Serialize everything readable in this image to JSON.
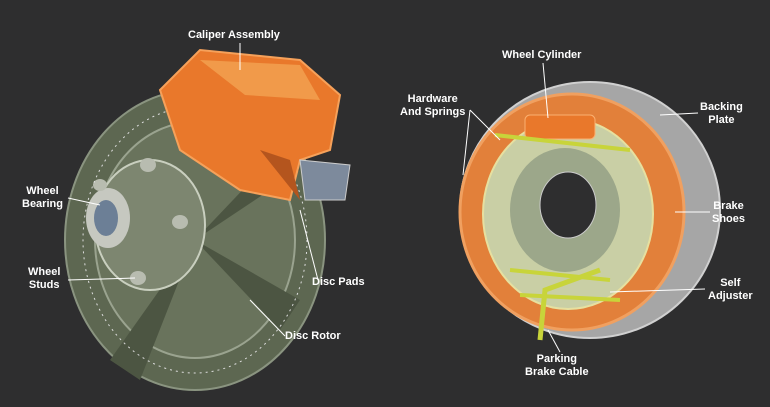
{
  "disc_brake": {
    "labels": {
      "caliper": "Caliper Assembly",
      "bearing": "Wheel\nBearing",
      "studs": "Wheel\nStuds",
      "pads": "Disc Pads",
      "rotor": "Disc Rotor"
    }
  },
  "drum_brake": {
    "labels": {
      "cylinder": "Wheel Cylinder",
      "hardware": "Hardware\nAnd Springs",
      "backing": "Backing\nPlate",
      "shoes": "Brake\nShoes",
      "adjuster": "Self\nAdjuster",
      "cable": "Parking\nBrake Cable"
    }
  },
  "colors": {
    "background": "#2e2e2f",
    "rotor": "#5c6650",
    "caliper": "#e9782b",
    "shoes": "#e2803a",
    "backing": "#a9a9a9",
    "springs": "#c8d43a"
  }
}
